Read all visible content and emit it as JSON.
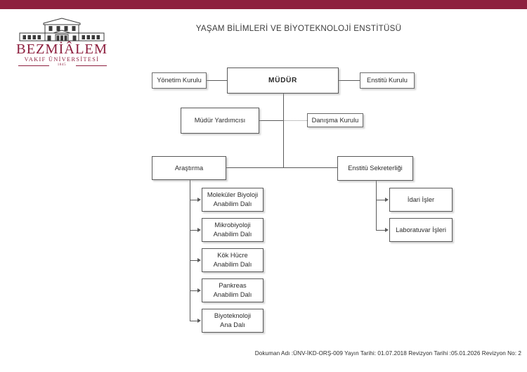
{
  "page": {
    "accent_color": "#8E203F",
    "background": "#ffffff",
    "box_border_color": "#595959",
    "connector_color": "#5a5a5a"
  },
  "logo": {
    "name": "BEZMİÂLEM",
    "subtitle": "VAKIF ÜNİVERSİTESİ",
    "year": "1845",
    "icon": "historic-building-icon"
  },
  "title": "YAŞAM BİLİMLERİ VE BİYOTEKNOLOJİ ENSTİTÜSÜ",
  "chart_data": {
    "type": "diagram",
    "title": "YAŞAM BİLİMLERİ VE BİYOTEKNOLOJİ ENSTİTÜSÜ",
    "nodes": [
      {
        "id": "mudur",
        "label": "MÜDÜR",
        "level": 0,
        "emphasis": "bold"
      },
      {
        "id": "yonetim-kurulu",
        "label": "Yönetim Kurulu",
        "level": 1,
        "relation": "lateral-left"
      },
      {
        "id": "enstitu-kurulu",
        "label": "Enstitü Kurulu",
        "level": 1,
        "relation": "lateral-right"
      },
      {
        "id": "mudur-yardimcisi",
        "label": "Müdür Yardımcısı",
        "level": 1,
        "relation": "staff-left"
      },
      {
        "id": "danisma-kurulu",
        "label": "Danışma Kurulu",
        "level": 1,
        "relation": "advisory-dotted"
      },
      {
        "id": "arastirma",
        "label": "Araştırma",
        "level": 2
      },
      {
        "id": "enstitu-sekreterligi",
        "label": "Enstitü Sekreterliği",
        "level": 2
      },
      {
        "id": "molekuler-biyoloji",
        "label_line1": "Moleküler Biyoloji",
        "label_line2": "Anabilim Dalı",
        "level": 3,
        "parent": "arastirma"
      },
      {
        "id": "mikrobiyoloji",
        "label_line1": "Mikrobiyoloji",
        "label_line2": "Anabilim Dalı",
        "level": 3,
        "parent": "arastirma"
      },
      {
        "id": "kok-hucre",
        "label_line1": "Kök Hücre",
        "label_line2": "Anabilim Dalı",
        "level": 3,
        "parent": "arastirma"
      },
      {
        "id": "pankreas",
        "label_line1": "Pankreas",
        "label_line2": "Anabilim Dalı",
        "level": 3,
        "parent": "arastirma"
      },
      {
        "id": "biyoteknoloji",
        "label_line1": "Biyoteknoloji",
        "label_line2": "Ana Dalı",
        "level": 3,
        "parent": "arastirma"
      },
      {
        "id": "idari-isler",
        "label": "İdari İşler",
        "level": 3,
        "parent": "enstitu-sekreterligi"
      },
      {
        "id": "laboratuvar-isleri",
        "label": "Laboratuvar İşleri",
        "level": 3,
        "parent": "enstitu-sekreterligi"
      }
    ],
    "edges": [
      {
        "from": "mudur",
        "to": "yonetim-kurulu",
        "style": "solid"
      },
      {
        "from": "mudur",
        "to": "enstitu-kurulu",
        "style": "solid"
      },
      {
        "from": "mudur",
        "to": "mudur-yardimcisi",
        "style": "solid"
      },
      {
        "from": "mudur-yardimcisi",
        "to": "danisma-kurulu",
        "style": "dotted"
      },
      {
        "from": "mudur",
        "to": "arastirma",
        "style": "solid"
      },
      {
        "from": "mudur",
        "to": "enstitu-sekreterligi",
        "style": "solid"
      },
      {
        "from": "arastirma",
        "to": "molekuler-biyoloji",
        "style": "arrow"
      },
      {
        "from": "arastirma",
        "to": "mikrobiyoloji",
        "style": "arrow"
      },
      {
        "from": "arastirma",
        "to": "kok-hucre",
        "style": "arrow"
      },
      {
        "from": "arastirma",
        "to": "pankreas",
        "style": "arrow"
      },
      {
        "from": "arastirma",
        "to": "biyoteknoloji",
        "style": "arrow"
      },
      {
        "from": "enstitu-sekreterligi",
        "to": "idari-isler",
        "style": "arrow"
      },
      {
        "from": "enstitu-sekreterligi",
        "to": "laboratuvar-isleri",
        "style": "arrow"
      }
    ]
  },
  "boxes": {
    "mudur": "MÜDÜR",
    "yonetim_kurulu": "Yönetim Kurulu",
    "enstitu_kurulu": "Enstitü Kurulu",
    "mudur_yardimcisi": "Müdür Yardımcısı",
    "danisma_kurulu": "Danışma Kurulu",
    "arastirma": "Araştırma",
    "enstitu_sekreterligi": "Enstitü Sekreterliği",
    "molekuler_biyoloji_l1": "Moleküler Biyoloji",
    "molekuler_biyoloji_l2": "Anabilim Dalı",
    "mikrobiyoloji_l1": "Mikrobiyoloji",
    "mikrobiyoloji_l2": "Anabilim Dalı",
    "kok_hucre_l1": "Kök Hücre",
    "kok_hucre_l2": "Anabilim Dalı",
    "pankreas_l1": "Pankreas",
    "pankreas_l2": "Anabilim Dalı",
    "biyoteknoloji_l1": "Biyoteknoloji",
    "biyoteknoloji_l2": "Ana Dalı",
    "idari_isler": "İdari İşler",
    "laboratuvar_isleri": "Laboratuvar İşleri"
  },
  "footer": "Dokuman Adı :ÜNV-İKD-ORŞ-009 Yayın Tarihi: 01.07.2018 Revizyon Tarihi :05.01.2026 Revizyon No: 2"
}
